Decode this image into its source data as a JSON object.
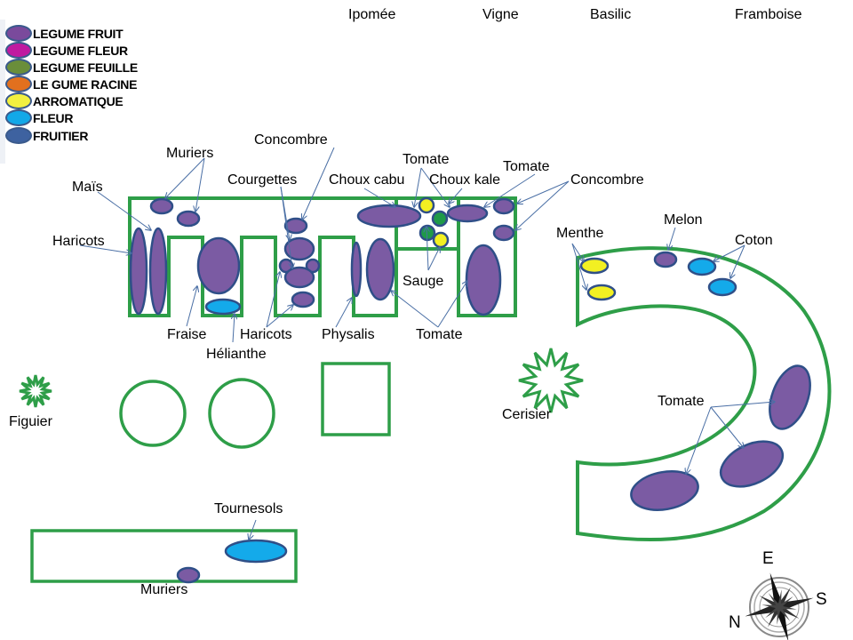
{
  "legend": {
    "items": [
      {
        "label": "LEGUME FRUIT",
        "color": "#7a4a9c"
      },
      {
        "label": "LEGUME FLEUR",
        "color": "#c01aa0"
      },
      {
        "label": "LEGUME FEUILLE",
        "color": "#6a8e3a"
      },
      {
        "label": "LE GUME RACINE",
        "color": "#e2701e"
      },
      {
        "label": "ARROMATIQUE",
        "color": "#f2f040"
      },
      {
        "label": "FLEUR",
        "color": "#12a8e8"
      },
      {
        "label": "FRUITIER",
        "color": "#3e62a0"
      }
    ]
  },
  "colors": {
    "bed_outline": "#2e9e48",
    "plant_outline": "#2f4f88",
    "legume_fruit": "#7b5ba3",
    "fleur": "#14aaea",
    "arromatique": "#f2f022",
    "feuille": "#1e9a48",
    "arrow": "#4a6fa5"
  },
  "top_labels": [
    "Ipomée",
    "Vigne",
    "Basilic",
    "Framboise"
  ],
  "labels": {
    "mais": "Maïs",
    "haricots_left": "Haricots",
    "muriers_top": "Muriers",
    "concombre_mid": "Concombre",
    "courgettes": "Courgettes",
    "choux_cabu": "Choux cabu",
    "tomate_top": "Tomate",
    "choux_kale": "Choux kale",
    "tomate_right_top": "Tomate",
    "concombre_right": "Concombre",
    "sauge": "Sauge",
    "fraise": "Fraise",
    "heliante": "Hélianthe",
    "haricots_mid": "Haricots",
    "physalis": "Physalis",
    "tomate_bottom": "Tomate",
    "menthe": "Menthe",
    "melon": "Melon",
    "coton": "Coton",
    "figuier": "Figuier",
    "cerisier": "Cerisier",
    "tomate_arc": "Tomate",
    "tournesols": "Tournesols",
    "muriers_bottom": "Muriers"
  },
  "compass": {
    "e": "E",
    "s": "S",
    "n": "N"
  }
}
